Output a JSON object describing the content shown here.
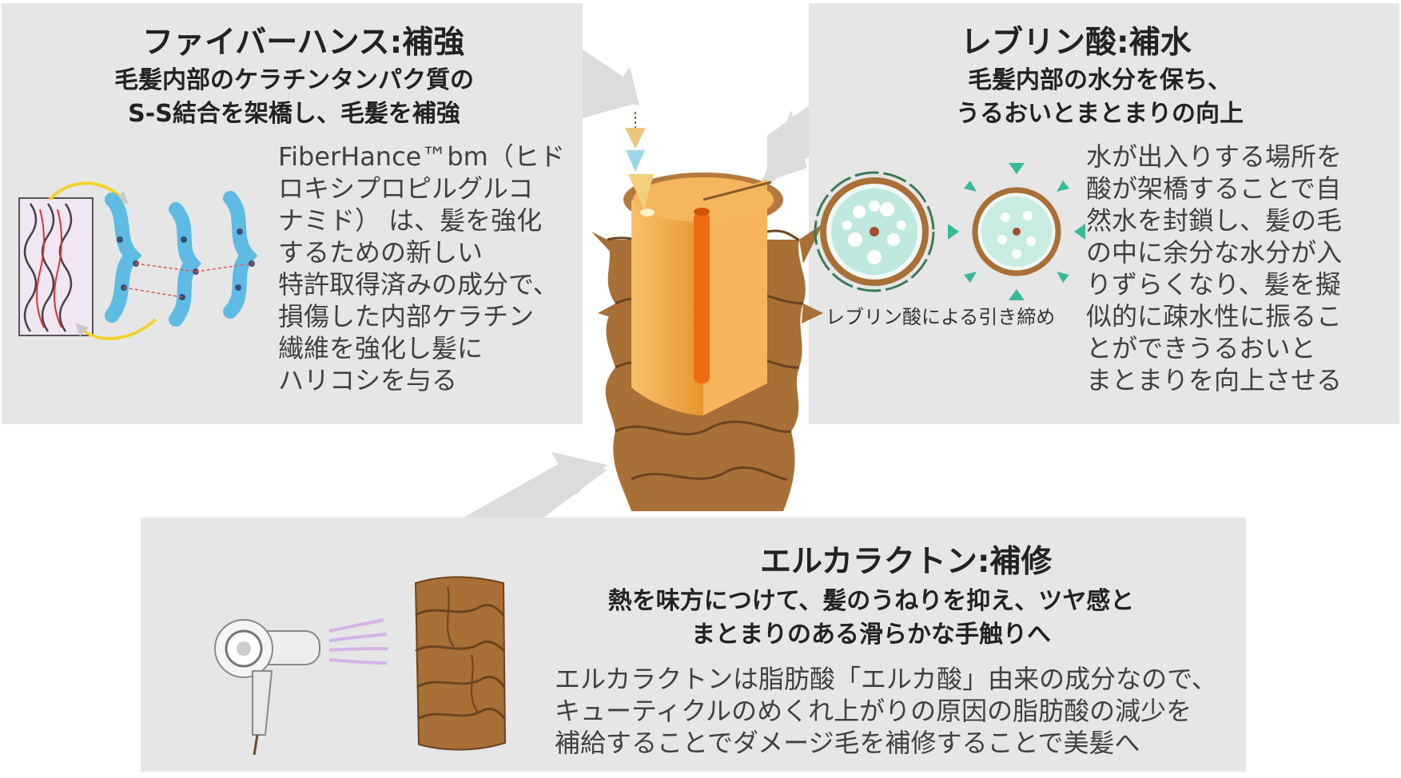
{
  "left": {
    "title": "ファイバーハンス:補強",
    "subtitle_lines": [
      "毛髪内部のケラチンタンパク質の",
      "S-S結合を架橋し、毛髪を補強"
    ],
    "body_lines": [
      "FiberHance™bm（ヒド",
      "ロキシプロピルグルコ",
      "ナミド） は、髪を強化",
      "するための新しい",
      "特許取得済みの成分で、",
      "損傷した内部ケラチン",
      "繊維を強化し髪に",
      "ハリコシを与る"
    ]
  },
  "right": {
    "title": "レブリン酸:補水",
    "subtitle_lines": [
      "毛髪内部の水分を保ち、",
      "うるおいとまとまりの向上"
    ],
    "body_lines": [
      "水が出入りする場所を",
      "酸が架橋することで自",
      "然水を封鎖し、髪の毛",
      "の中に余分な水分が入",
      "りずらくなり、髪を擬",
      "似的に疎水性に振るこ",
      "とができうるおいと",
      "まとまりを向上させる"
    ],
    "caption": "レブリン酸による引き締め"
  },
  "bottom": {
    "title": "エルカラクトン:補修",
    "subtitle_lines": [
      "熱を味方につけて、髪のうねりを抑え、ツヤ感と",
      "まとまりのある滑らかな手触りへ"
    ],
    "body_lines": [
      "エルカラクトンは脂肪酸「エルカ酸」由来の成分なので、",
      "キューティクルのめくれ上がりの原因の脂肪酸の減少を",
      "補給することでダメージ毛を補修することで美髪へ"
    ]
  },
  "icons": {
    "center": "hair-strand-cross-section-icon",
    "keratin": "keratin-fiber-icon",
    "molecule": "molecule-network-icon",
    "hair_before": "hair-cross-section-before-icon",
    "hair_after": "hair-cross-section-after-icon",
    "dryer": "hair-dryer-icon",
    "cuticle": "cuticle-column-icon",
    "arrow": "arrow-icon"
  },
  "colors": {
    "panel": "#e6e6e6",
    "hair_brown": "#a86f36",
    "cortex_orange": "#f3a94a",
    "medulla_red": "#f06a10",
    "arrow_gray": "#dedede",
    "water_teal": "#3bb89a"
  }
}
